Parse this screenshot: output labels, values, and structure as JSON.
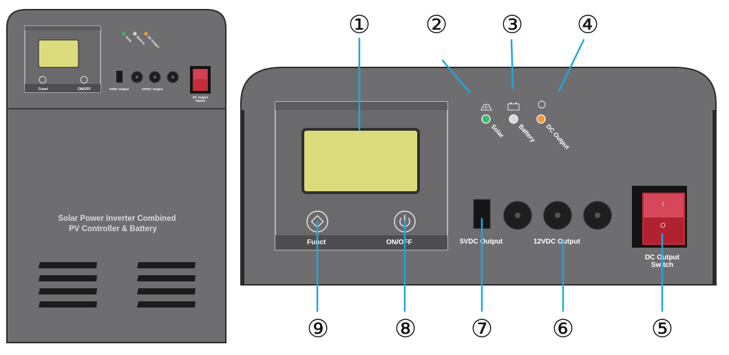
{
  "small_unit": {
    "panel_labels": {
      "funct": "Funct",
      "onoff": "ON/OFF"
    },
    "led_labels": [
      "Solar",
      "Battery",
      "DC Output"
    ],
    "port_labels": {
      "usb": "5VDC Output",
      "dc": "12VDC Output"
    },
    "switch_label_line1": "DC Output",
    "switch_label_line2": "Switch",
    "product_name_line1": "Solar Power Inverter Combined",
    "product_name_line2": "PV Controller & Battery"
  },
  "large_panel": {
    "funct_label": "Funct",
    "onoff_label": "ON/OFF",
    "led_labels": {
      "solar": "Solar",
      "battery": "Battery",
      "dc_output": "DC Output"
    },
    "usb_label": "5VDC Output",
    "dc_label": "12VDC Output",
    "switch_label_line1": "DC Output",
    "switch_label_line2": "Switch",
    "switch_on_mark": "I",
    "switch_off_mark": "O"
  },
  "callouts": [
    "①",
    "②",
    "③",
    "④",
    "⑤",
    "⑥",
    "⑦",
    "⑧",
    "⑨"
  ],
  "colors": {
    "housing": "#6e6e70",
    "housing_dark": "#58585a",
    "lcd": "#dcdc7c",
    "switch_red": "#c52c3a",
    "callout_line": "#1ea7de",
    "led_green": "#3fb86a",
    "led_white": "#d8d8d8",
    "led_orange": "#f29a38"
  }
}
